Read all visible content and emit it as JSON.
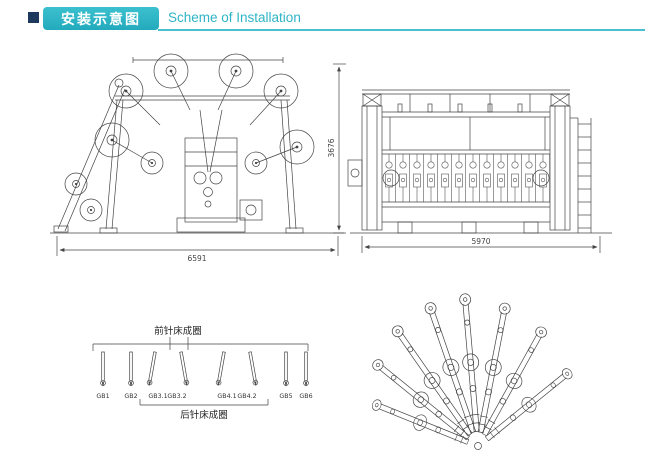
{
  "header": {
    "title_cn": "安装示意图",
    "title_en": "Scheme of Installation",
    "accent_color": "#2fb4c6",
    "bullet_color": "#1d3a5c"
  },
  "side_view": {
    "width_dim": "6591",
    "height_dim": "3676"
  },
  "front_view": {
    "width_dim": "5970"
  },
  "guide_bar_diagram": {
    "front_bed_label": "前针床成圈",
    "back_bed_label": "后针床成圈",
    "bars": [
      "GB1",
      "GB2",
      "GB3.1",
      "GB3.2",
      "GB4.1",
      "GB4.2",
      "GB5",
      "GB6"
    ]
  }
}
